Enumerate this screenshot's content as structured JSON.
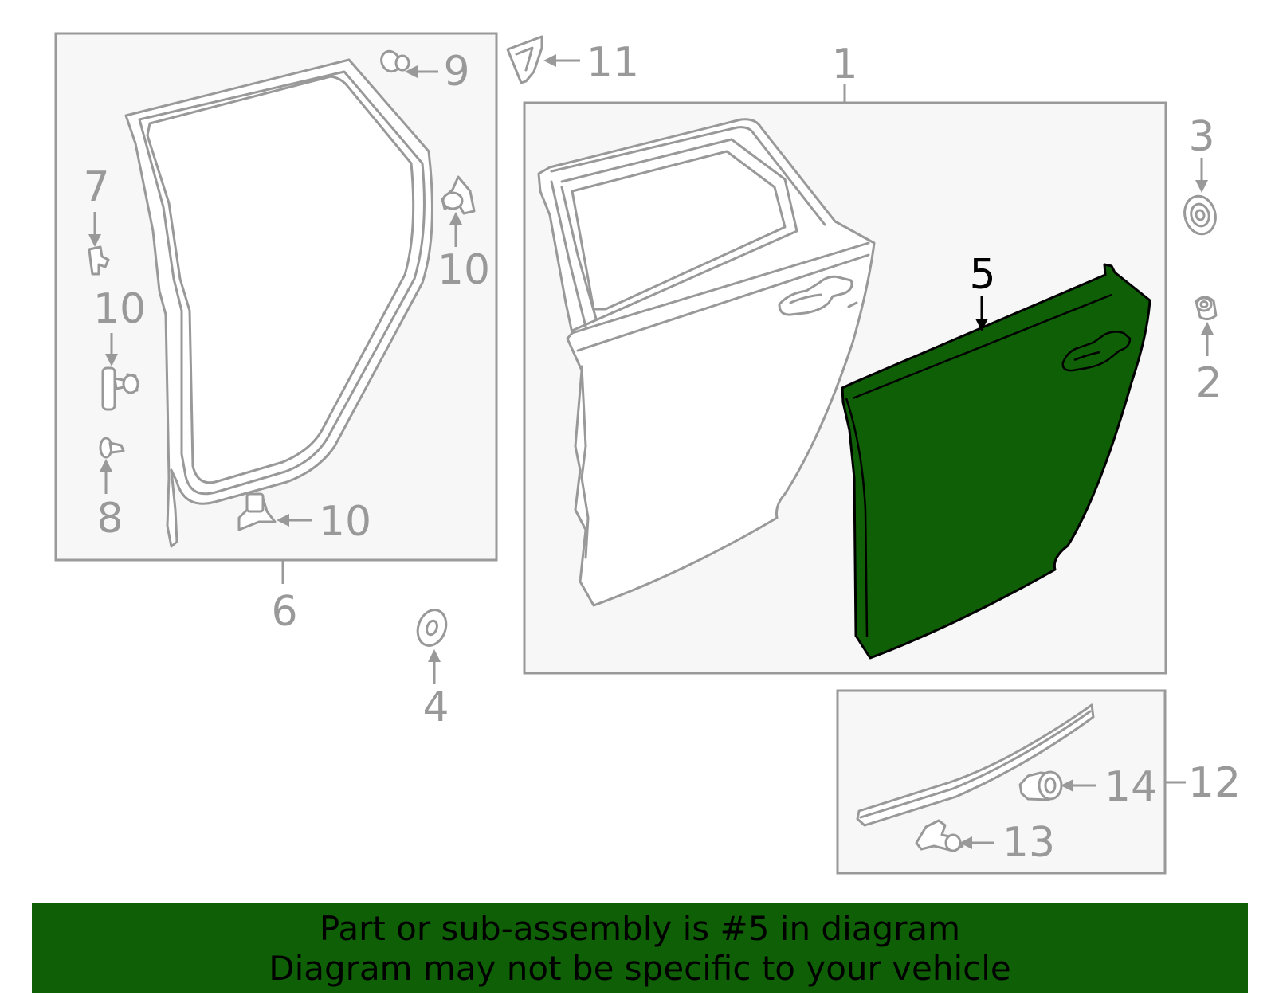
{
  "callouts": {
    "c1": "1",
    "c2": "2",
    "c3": "3",
    "c4": "4",
    "c5": "5",
    "c6": "6",
    "c7": "7",
    "c8": "8",
    "c9": "9",
    "c10a": "10",
    "c10b": "10",
    "c10c": "10",
    "c11": "11",
    "c12": "12",
    "c13": "13",
    "c14": "14"
  },
  "highlight_color": "#0f5f06",
  "banner": {
    "line1": "Part or sub-assembly is #5 in diagram",
    "line2": "Diagram may not be specific to your vehicle"
  }
}
